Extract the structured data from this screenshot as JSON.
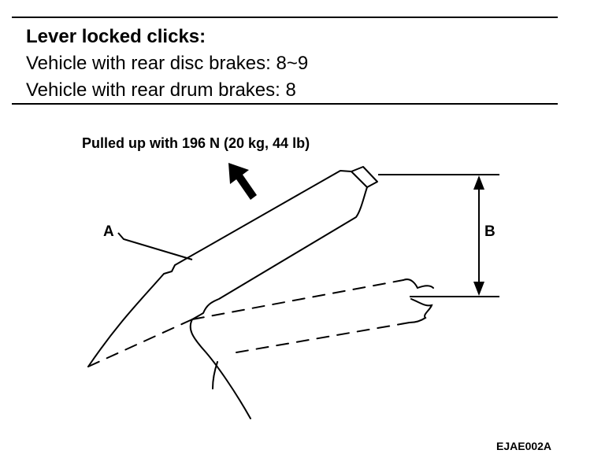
{
  "spec": {
    "heading": "Lever locked clicks:",
    "lines": [
      "Vehicle with rear disc brakes:  8~9",
      "Vehicle with rear drum brakes:  8"
    ]
  },
  "figure": {
    "force_label": "Pulled up with 196 N (20 kg, 44 lb)",
    "label_a": "A",
    "label_b": "B",
    "code": "EJAE002A"
  }
}
